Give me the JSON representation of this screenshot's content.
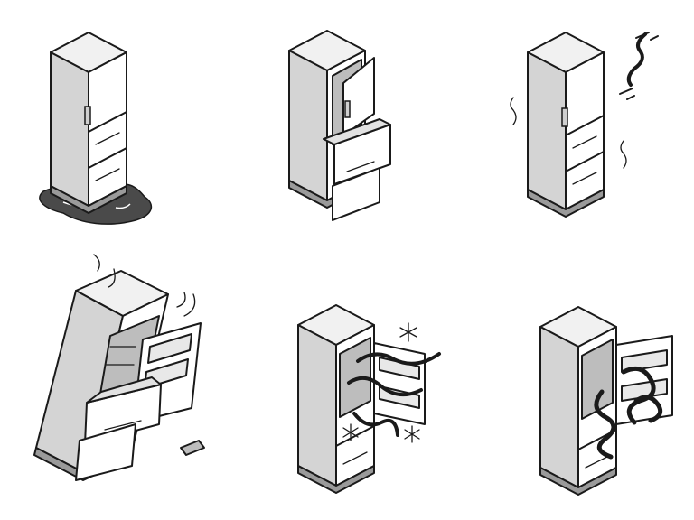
{
  "illustration": {
    "panels": [
      {
        "problem": "water-leak"
      },
      {
        "problem": "door-not-closing"
      },
      {
        "problem": "noise-vibration"
      },
      {
        "problem": "unstable-tilting"
      },
      {
        "problem": "frost-cold-air"
      },
      {
        "problem": "bad-odor"
      }
    ]
  },
  "colors": {
    "outline": "#1a1a1a",
    "top": "#f1f1f1",
    "side": "#d4d4d4",
    "front": "#ffffff",
    "base": "#9a9a9a",
    "interior": "#bdbdbd",
    "puddle": "#4a4a4a"
  }
}
